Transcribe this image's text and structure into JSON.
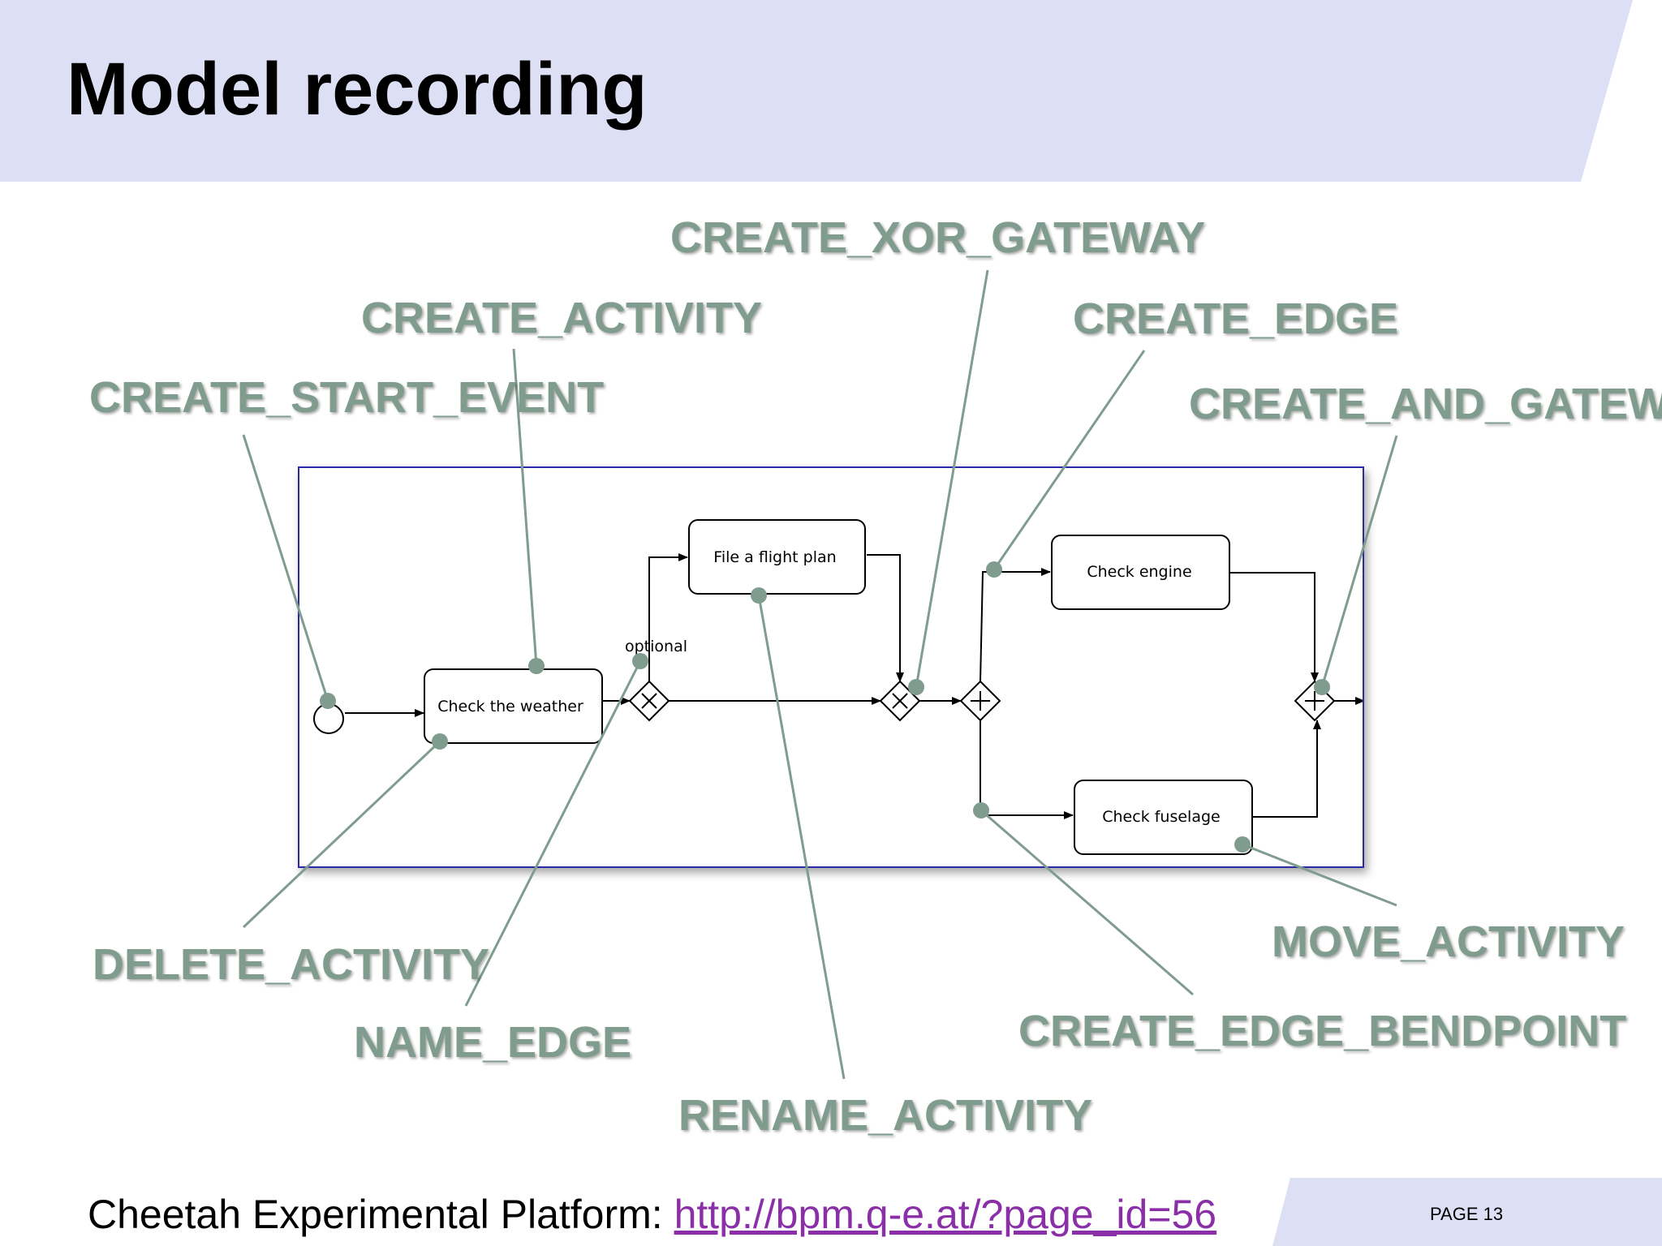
{
  "slide": {
    "title": "Model recording",
    "colors": {
      "header_band": "#dde0f5",
      "callout_text": "#7f9c8f",
      "leader_line": "#7f9c8f",
      "frame_border": "#2a2aa8",
      "link": "#8b2fa8",
      "footer_band": "#dde0f5"
    },
    "callouts": {
      "create_xor_gateway": "CREATE_XOR_GATEWAY",
      "create_activity": "CREATE_ACTIVITY",
      "create_edge": "CREATE_EDGE",
      "create_start_event": "CREATE_START_EVENT",
      "create_and_gateway": "CREATE_AND_GATEWA",
      "delete_activity": "DELETE_ACTIVITY",
      "name_edge": "NAME_EDGE",
      "rename_activity": "RENAME_ACTIVITY",
      "move_activity": "MOVE_ACTIVITY",
      "create_edge_bendpoint": "CREATE_EDGE_BENDPOINT"
    },
    "diagram": {
      "activities": {
        "check_weather": "Check the weather",
        "file_flight_plan": "File a flight plan",
        "check_engine": "Check engine",
        "check_fuselage": "Check fuselage"
      },
      "edge_label": "optional"
    },
    "footer": {
      "prefix": "Cheetah Experimental Platform: ",
      "link_text": "http://bpm.q-e.at/?page_id=56",
      "page_label": "PAGE 13"
    }
  }
}
